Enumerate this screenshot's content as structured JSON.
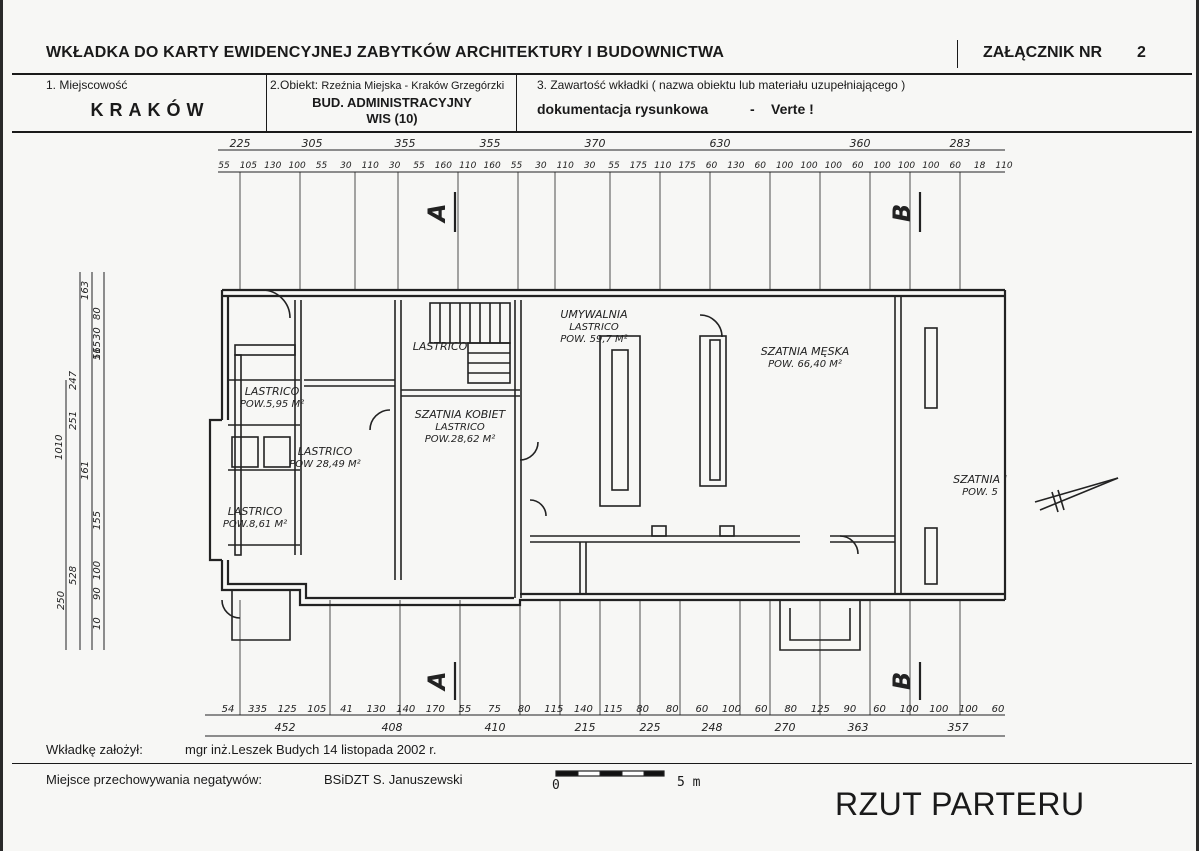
{
  "header": {
    "title": "WKŁADKA DO KARTY EWIDENCYJNEJ ZABYTKÓW ARCHITEKTURY I BUDOWNICTWA",
    "annex_label": "ZAŁĄCZNIK NR",
    "annex_number": "2"
  },
  "fields": {
    "location_label": "1. Miejscowość",
    "location_value": "KRAKÓW",
    "object_label_prefix": "2.Obiekt:",
    "object_label_name": "Rzeźnia Miejska - Kraków Grzegórzki",
    "object_value_line1": "BUD. ADMINISTRACYJNY",
    "object_value_line2": "WIS (10)",
    "content_label": "3. Zawartość wkładki ( nazwa obiektu lub materiału uzupełniającego )",
    "content_value": "dokumentacja rysunkowa",
    "content_dash": "-",
    "content_note": "Verte !"
  },
  "footer": {
    "created_label": "Wkładkę założył:",
    "created_value": "mgr inż.Leszek Budych  14 listopada 2002 r.",
    "storage_label": "Miejsce przechowywania negatywów:",
    "storage_value": "BSiDZT S. Januszewski",
    "scale_start": "0",
    "scale_end": "5 m",
    "drawing_title": "RZUT PARTERU"
  },
  "plan": {
    "section_marks": [
      "A",
      "B",
      "A",
      "B"
    ],
    "dims_top_row1": [
      "225",
      "305",
      "355",
      "355",
      "370",
      "630",
      "360",
      "283"
    ],
    "dims_top_row2": [
      "55",
      "105",
      "130",
      "100",
      "55",
      "30",
      "110",
      "30",
      "55",
      "160",
      "110",
      "160",
      "55",
      "30",
      "110",
      "30",
      "55",
      "175",
      "110",
      "175",
      "60",
      "130",
      "60",
      "100",
      "100",
      "100",
      "60",
      "100",
      "100",
      "100",
      "60",
      "18",
      "110"
    ],
    "dims_bottom_row1": [
      "54",
      "335",
      "125",
      "105",
      "41",
      "130",
      "140",
      "170",
      "55",
      "75",
      "80",
      "115",
      "140",
      "115",
      "80",
      "80",
      "60",
      "100",
      "60",
      "80",
      "125",
      "90",
      "60",
      "100",
      "100",
      "100",
      "60"
    ],
    "dims_bottom_row2": [
      "452",
      "408",
      "410",
      "215",
      "225",
      "248",
      "270",
      "363",
      "357"
    ],
    "dims_left": [
      "163",
      "80",
      "30",
      "51",
      "247",
      "165",
      "251",
      "1010",
      "161",
      "155",
      "528",
      "250",
      "90",
      "100",
      "10"
    ],
    "room_texts": [
      {
        "id": "szatnia-kobiet",
        "lines": [
          "SZATNIA KOBIET",
          "LASTRICO",
          "POW.28,62 M²"
        ]
      },
      {
        "id": "szatnia-meska",
        "lines": [
          "SZATNIA MĘSKA",
          "POW. 66,40 M²"
        ]
      },
      {
        "id": "umywalnia",
        "lines": [
          "UMYWALNIA",
          "LASTRICO",
          "POW. 59,7 M²"
        ]
      },
      {
        "id": "szatnia-i",
        "lines": [
          "SZATNIA I",
          "POW. 5"
        ]
      },
      {
        "id": "lastrico-1",
        "lines": [
          "LASTRICO",
          "POW.5,95 M²"
        ]
      },
      {
        "id": "lastrico-2",
        "lines": [
          "LASTRICO",
          "POW 28,49 M²"
        ]
      },
      {
        "id": "lastrico-3",
        "lines": [
          "LASTRICO",
          "POW.8,61 M²"
        ]
      },
      {
        "id": "lastrico-stair",
        "lines": [
          "LASTRICO"
        ]
      }
    ]
  }
}
